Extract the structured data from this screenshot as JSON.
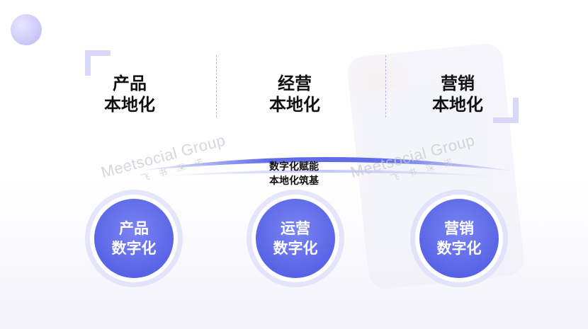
{
  "top_labels": [
    {
      "line1": "产品",
      "line2": "本地化"
    },
    {
      "line1": "经营",
      "line2": "本地化"
    },
    {
      "line1": "营销",
      "line2": "本地化"
    }
  ],
  "center_tag": {
    "line1": "数字化赋能",
    "line2": "本地化筑基"
  },
  "circles": [
    {
      "line1": "产品",
      "line2": "数字化"
    },
    {
      "line1": "运营",
      "line2": "数字化"
    },
    {
      "line1": "营销",
      "line2": "数字化"
    }
  ],
  "watermarks": [
    {
      "logo": "Meetsocial Group",
      "sub": "飞书深诺"
    },
    {
      "logo": "Meetsocial Group",
      "sub": "飞书深诺"
    }
  ],
  "colors": {
    "accent": "#5864e6",
    "accent_light": "#dcddfa",
    "bracket": "#d9d7f7"
  }
}
